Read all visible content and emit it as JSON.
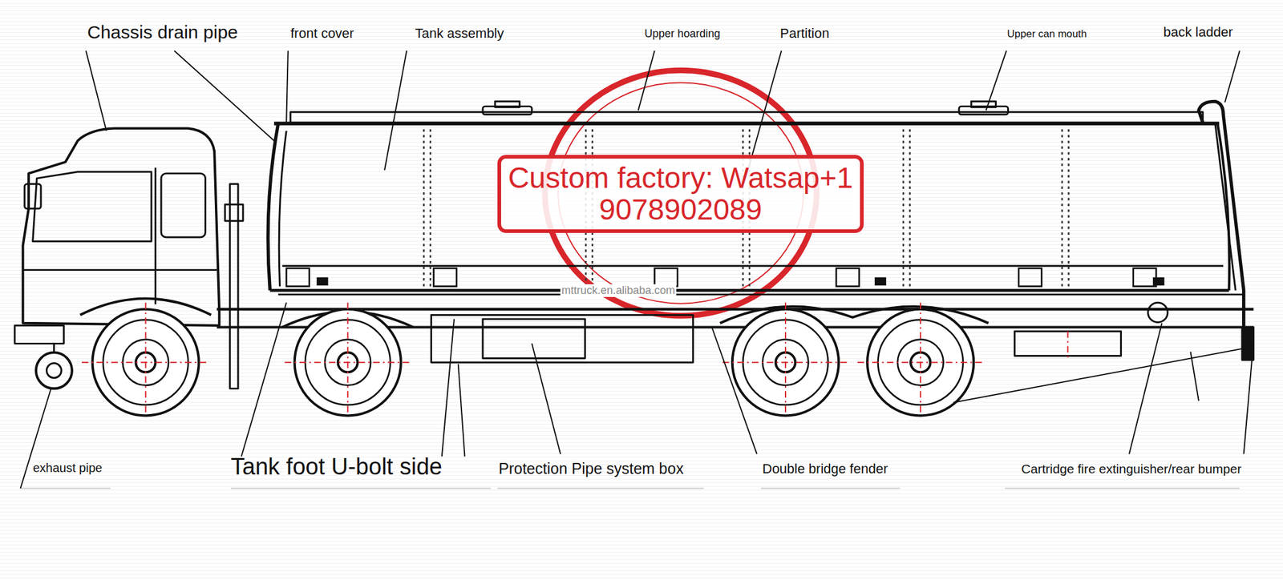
{
  "diagram": {
    "nodes": [
      {
        "text": [
          "Custom factory: Watsap+19078902089"
        ]
      }
    ],
    "labels": [
      "Chassis drain pipe",
      "front cover",
      "Tank assembly",
      "Upper hoarding",
      "Partition",
      "Upper can mouth",
      "back ladder",
      "exhaust pipe",
      "Tank foot U-bolt side",
      "Protection Pipe system box",
      "Double bridge fender",
      "Cartridge fire extinguisher/rear bumper",
      "mttruck.en.alibaba.com"
    ]
  }
}
